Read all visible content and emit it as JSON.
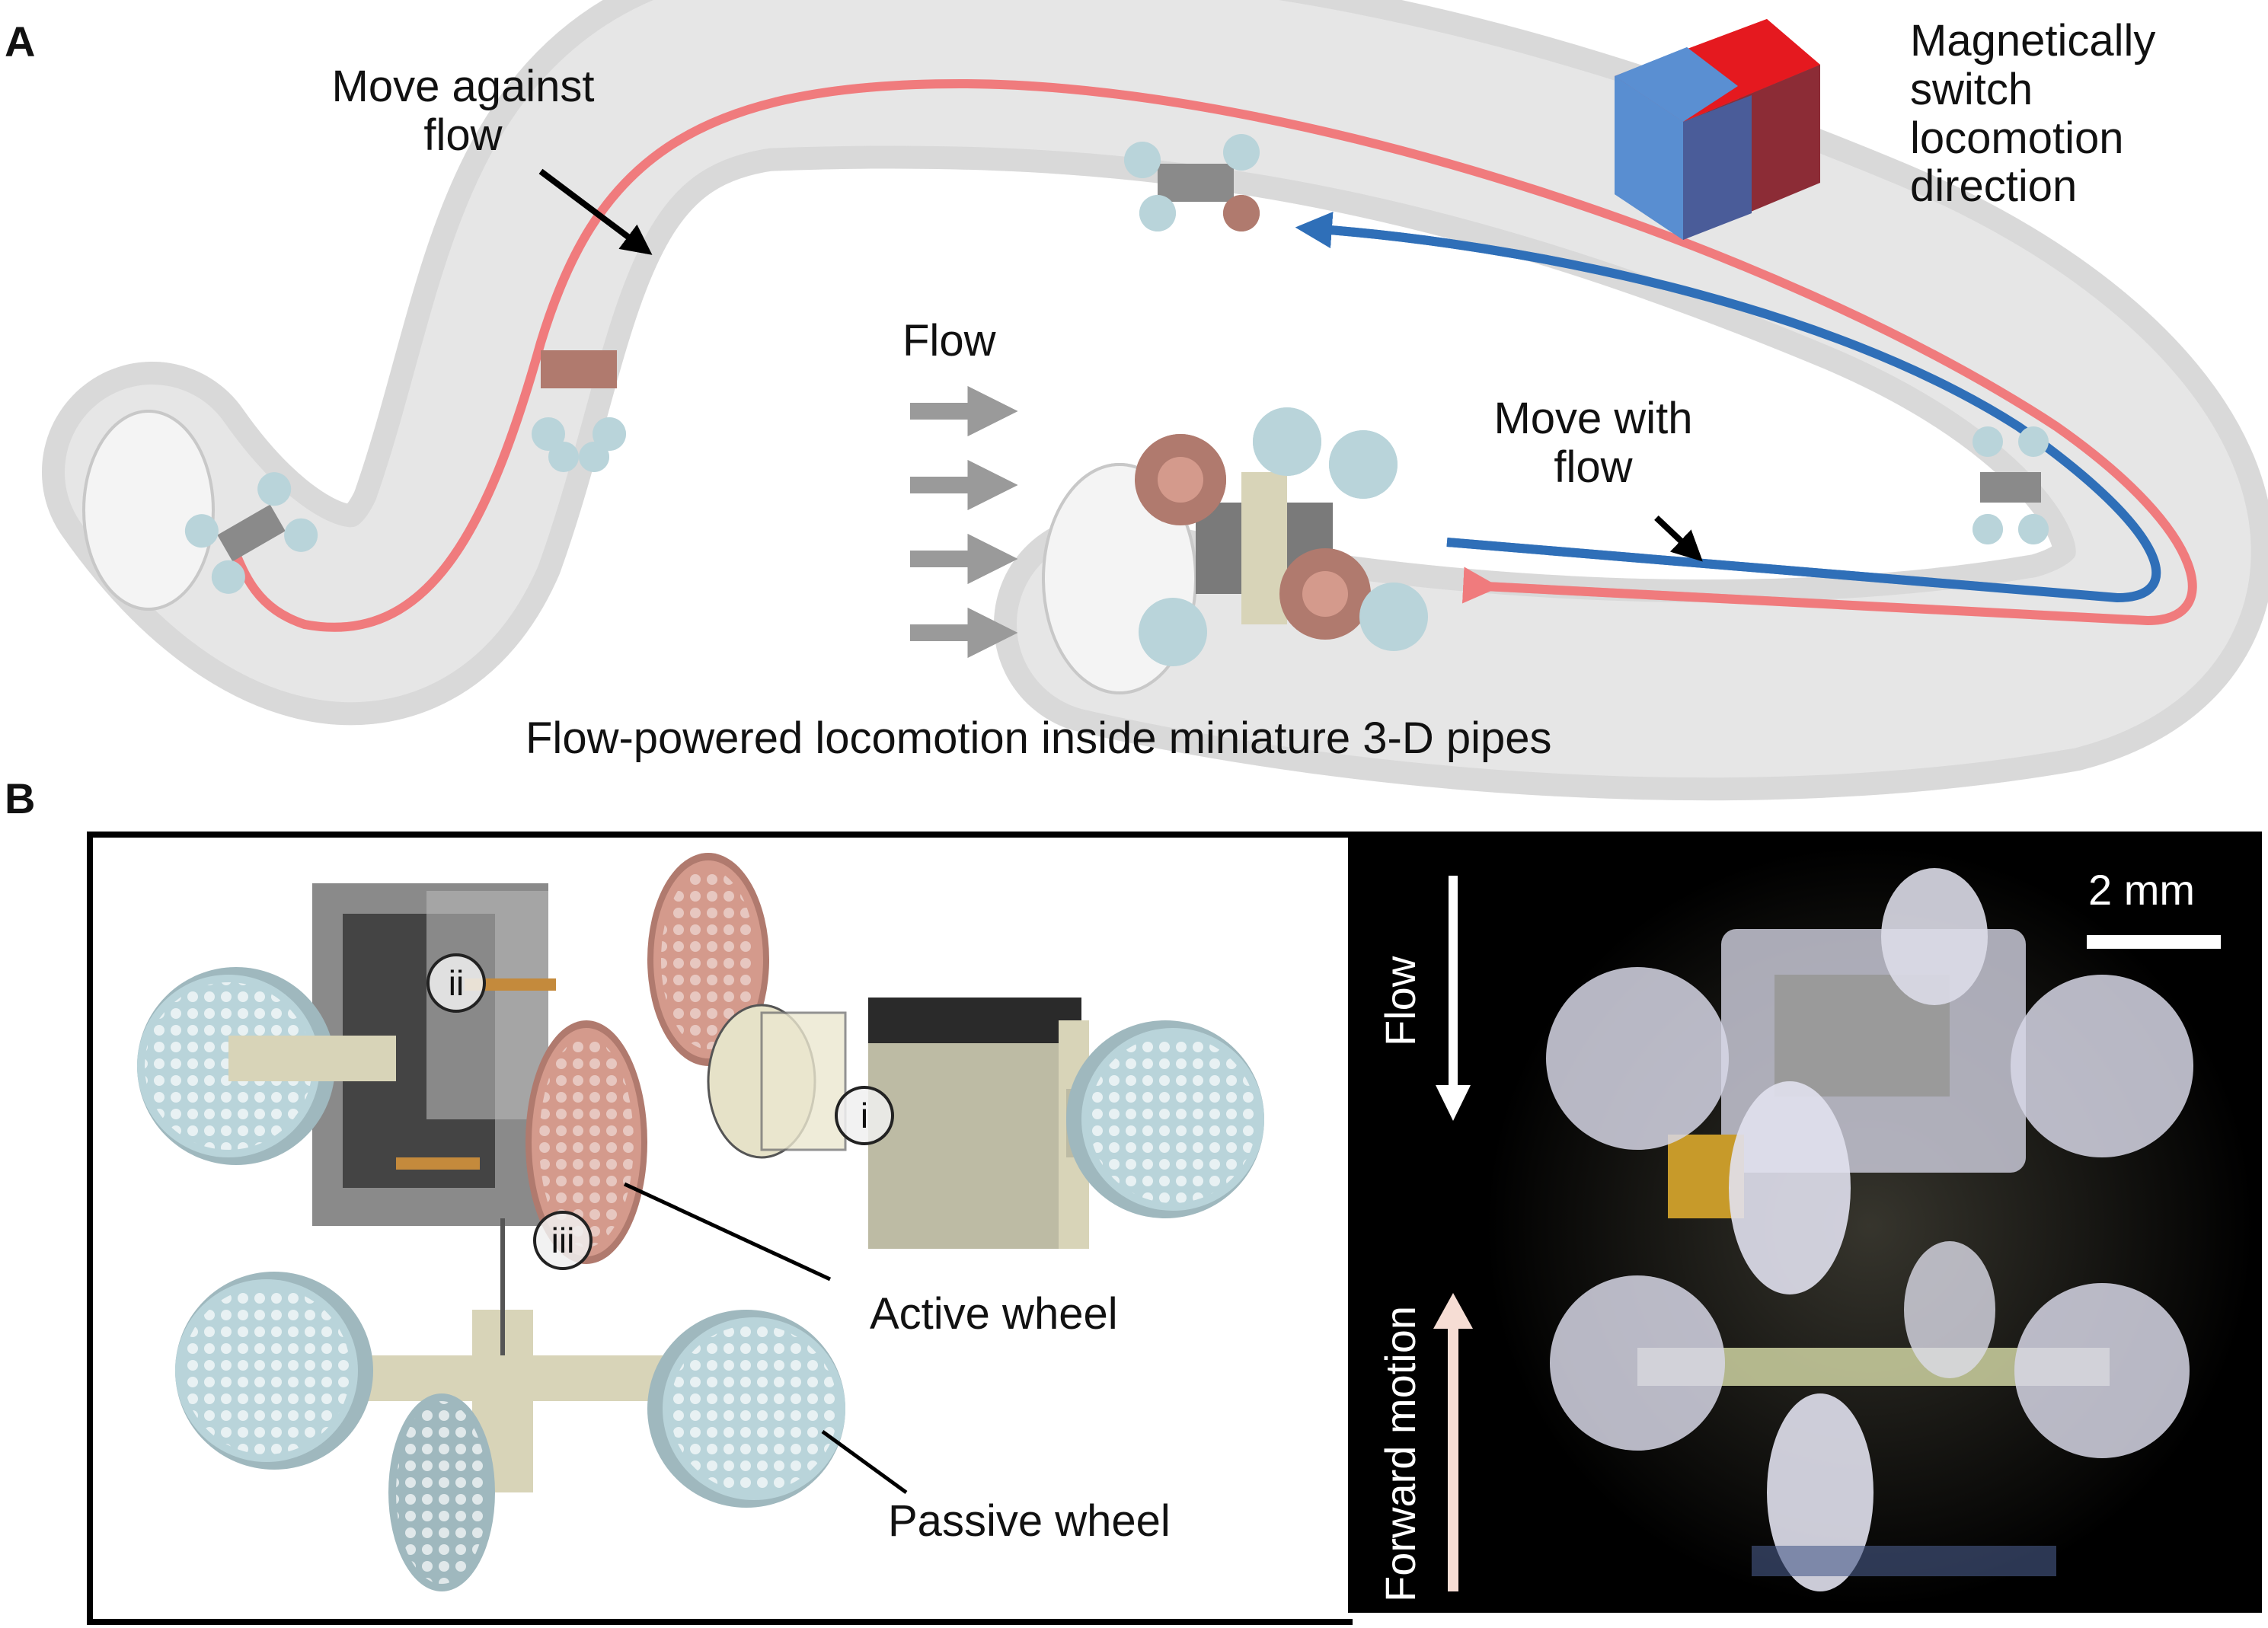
{
  "panel_a": {
    "letter": "A",
    "move_against_flow": "Move against\nflow",
    "flow": "Flow",
    "move_with_flow": "Move with\nflow",
    "magnet_caption": "Magnetically\nswitch\nlocomotion\ndirection",
    "caption": "Flow-powered locomotion inside miniature 3-D pipes",
    "colors": {
      "against_path": "#f07b7d",
      "with_path": "#2f6fb8",
      "pipe": "#d8d8d8",
      "magnet_red": "#e5191f",
      "magnet_blue": "#4f86c6"
    }
  },
  "panel_b": {
    "letter": "B",
    "roman_i": "i",
    "roman_ii": "ii",
    "roman_iii": "iii",
    "active_wheel": "Active wheel",
    "passive_wheel": "Passive wheel",
    "photo": {
      "scale_bar": "2 mm",
      "flow": "Flow",
      "forward_motion": "Forward motion"
    },
    "colors": {
      "wheel_copper": "#d49a8c",
      "wheel_blue": "#b9d4da",
      "frame": "#d8d4b8",
      "gear_block": "#555555"
    }
  }
}
